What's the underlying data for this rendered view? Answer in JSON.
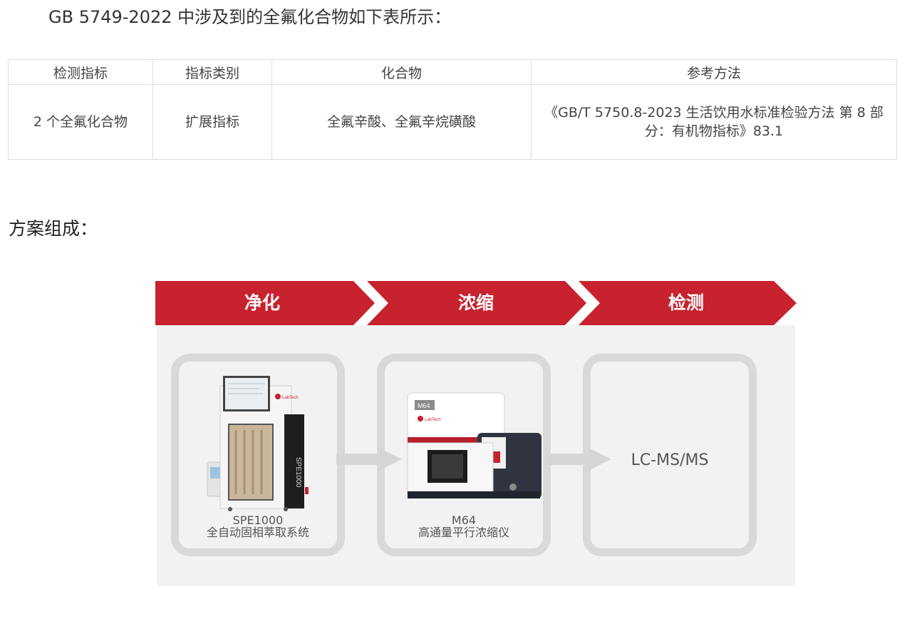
{
  "intro": "GB 5749-2022 中涉及到的全氟化合物如下表所示：",
  "table": {
    "headers": [
      "检测指标",
      "指标类别",
      "化合物",
      "参考方法"
    ],
    "rows": [
      [
        "2 个全氟化合物",
        "扩展指标",
        "全氟辛酸、全氟辛烷磺酸",
        "《GB/T 5750.8-2023 生活饮用水标准检验方法 第 8 部分：有机物指标》83.1"
      ]
    ]
  },
  "section_title": "方案组成：",
  "workflow": {
    "steps": [
      "净化",
      "浓缩",
      "检测"
    ],
    "cards": [
      {
        "model": "SPE1000",
        "name": "全自动固相萃取系统",
        "device_label": "SPE1000",
        "brand": "LabTech"
      },
      {
        "model": "M64",
        "name": "高通量平行浓缩仪",
        "device_label": "M64",
        "brand": "LabTech"
      },
      {
        "text": "LC-MS/MS"
      }
    ]
  },
  "colors": {
    "banner_red": "#c8222f",
    "card_border": "#d9d9d9",
    "panel_bg": "#f2f2f2"
  }
}
